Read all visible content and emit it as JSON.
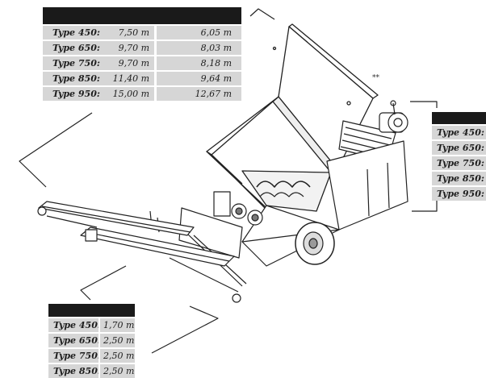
{
  "table_top": {
    "rows": [
      {
        "type": "Type 450:",
        "v1": "7,50 m",
        "v2": "6,05 m"
      },
      {
        "type": "Type 650:",
        "v1": "9,70 m",
        "v2": "8,03 m"
      },
      {
        "type": "Type 750:",
        "v1": "9,70 m",
        "v2": "8,18 m"
      },
      {
        "type": "Type 850:",
        "v1": "11,40 m",
        "v2": "9,64 m"
      },
      {
        "type": "Type 950:",
        "v1": "15,00 m",
        "v2": "12,67 m"
      }
    ]
  },
  "table_right": {
    "rows": [
      {
        "type": "Type 450:"
      },
      {
        "type": "Type 650:"
      },
      {
        "type": "Type 750:"
      },
      {
        "type": "Type 850:"
      },
      {
        "type": "Type 950:"
      }
    ]
  },
  "table_bottom": {
    "rows": [
      {
        "type": "Type 450:",
        "v1": "1,70 m"
      },
      {
        "type": "Type 650:",
        "v1": "2,50 m"
      },
      {
        "type": "Type 750:",
        "v1": "2,50 m"
      },
      {
        "type": "Type 850:",
        "v1": "2,50 m"
      }
    ]
  },
  "annotation_marker": "**"
}
